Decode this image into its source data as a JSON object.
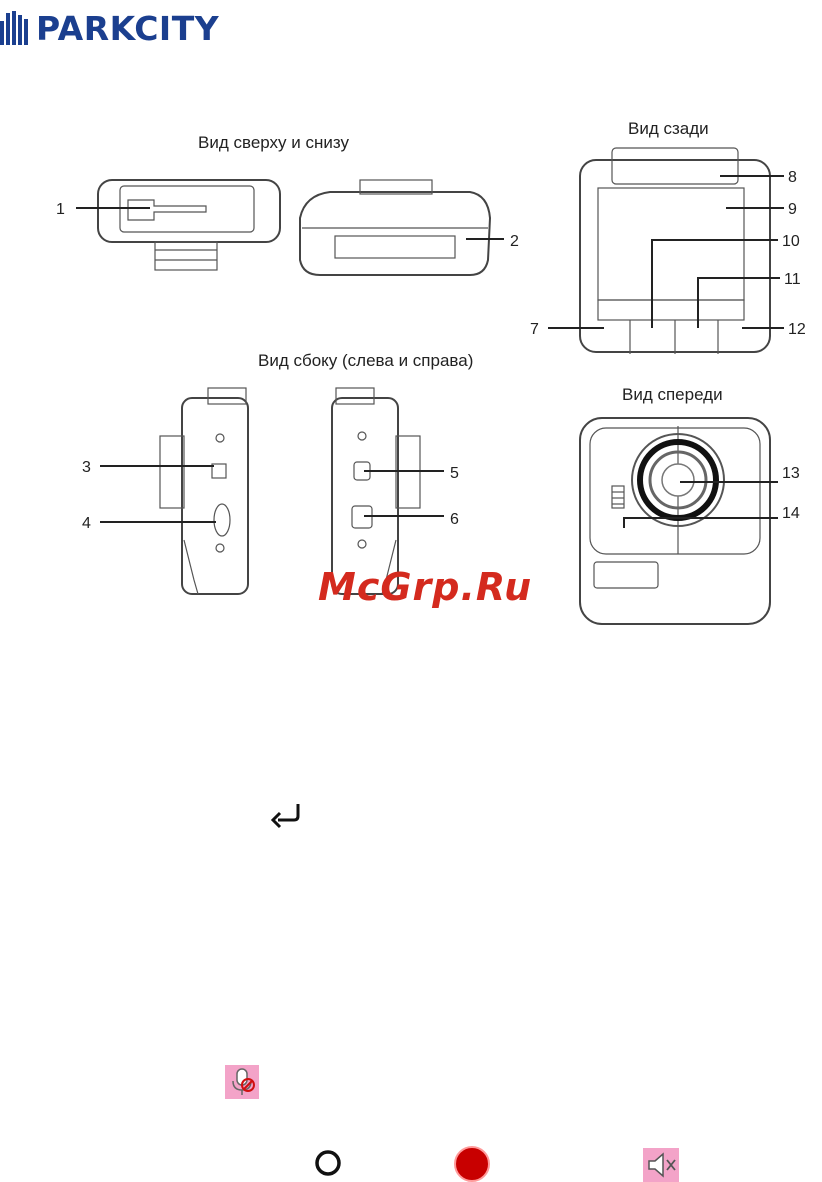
{
  "brand": {
    "name": "PARKCITY",
    "color": "#1b3f8f"
  },
  "captions": {
    "top_bottom": "Вид сверху и снизу",
    "rear": "Вид сзади",
    "side": "Вид сбоку (слева и справа)",
    "front": "Вид спереди"
  },
  "callouts": [
    "1",
    "2",
    "3",
    "4",
    "5",
    "6",
    "7",
    "8",
    "9",
    "10",
    "11",
    "12",
    "13",
    "14"
  ],
  "watermark": "McGrp.Ru",
  "icons": {
    "back": "return-arrow-icon",
    "mic_off": "microphone-muted-icon",
    "circle_empty": "record-standby-icon",
    "circle_recording": "record-active-icon",
    "speaker_off": "speaker-muted-icon",
    "highlight_color": "#f3a3c8",
    "record_color": "#c80000"
  }
}
